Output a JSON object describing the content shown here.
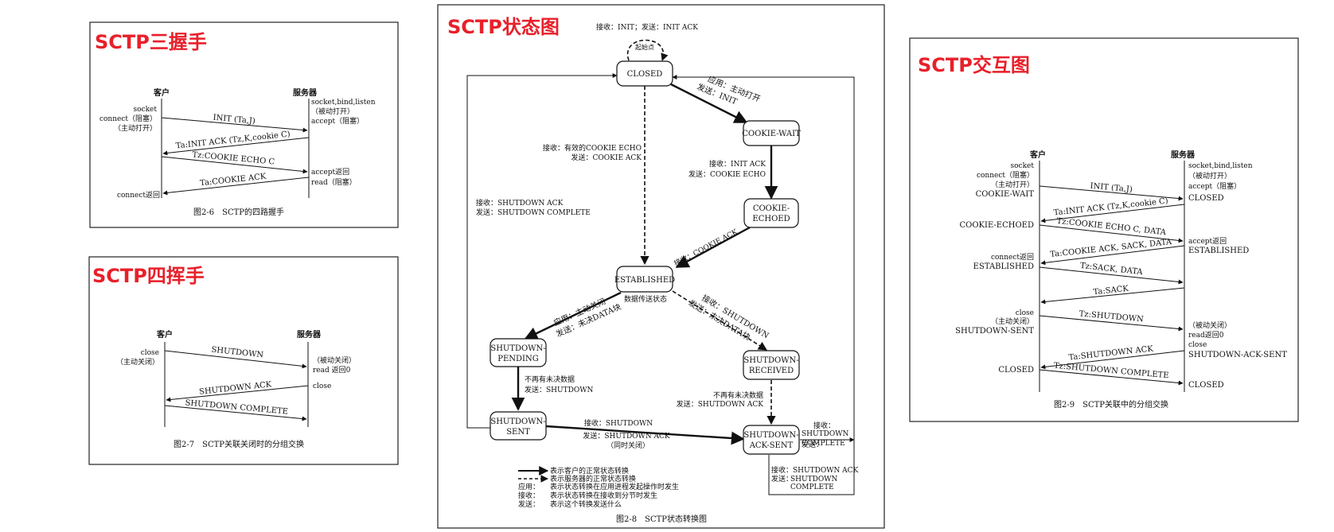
{
  "colors": {
    "heading": "#e8202a",
    "ink": "#111111",
    "frame": "#222222"
  },
  "handshake": {
    "heading": "SCTP三握手",
    "client_label": "客户",
    "server_label": "服务器",
    "client_lines": [
      "socket",
      "connect（阻塞）",
      "（主动打开）"
    ],
    "server_lines": [
      "socket,bind,listen",
      "（被动打开）",
      "accept（阻塞）"
    ],
    "msg1": "INIT (Ta,J)",
    "msg2": "Ta:INIT ACK (Tz,K,cookie C)",
    "msg3": "Tz:COOKIE ECHO C",
    "msg4": "Ta:COOKIE ACK",
    "server_after_lines": [
      "accept返回",
      "read（阻塞）"
    ],
    "client_after": "connect返回",
    "caption": "图2-6　SCTP的四路握手"
  },
  "shutdown": {
    "heading": "SCTP四挥手",
    "client_label": "客户",
    "server_label": "服务器",
    "client_lines": [
      "close",
      "（主动关闭）"
    ],
    "server_lines": [
      "（被动关闭）",
      "read 返回0"
    ],
    "server_close": "close",
    "msg1": "SHUTDOWN",
    "msg2": "SHUTDOWN ACK",
    "msg3": "SHUTDOWN COMPLETE",
    "caption": "图2-7　SCTP关联关闭时的分组交换"
  },
  "states": {
    "heading": "SCTP状态图",
    "top_label": "接收：INIT；发送：INIT ACK",
    "start_point": "起始点",
    "closed": "CLOSED",
    "cookie_wait": "COOKIE-WAIT",
    "cookie_echoed_lines": [
      "COOKIE-",
      "ECHOED"
    ],
    "established": "ESTABLISHED",
    "data_transfer": "数据传送状态",
    "shutdown_pending_lines": [
      "SHUTDOWN-",
      "PENDING"
    ],
    "shutdown_received_lines": [
      "SHUTDOWN-",
      "RECEIVED"
    ],
    "shutdown_sent_lines": [
      "SHUTDOWN-",
      "SENT"
    ],
    "shutdown_ack_sent_lines": [
      "SHUTDOWN-",
      "ACK-SENT"
    ],
    "app_active_open_lines": [
      "应用：主动打开",
      "发送：INIT"
    ],
    "recv_cookie_echo_lines": [
      "接收：有效的COOKIE ECHO",
      "发送：COOKIE ACK"
    ],
    "recv_init_ack_lines": [
      "接收：INIT ACK",
      "发送：COOKIE ECHO"
    ],
    "recv_cookie_ack": "接收：COOKIE ACK",
    "recv_shutdown_ack_lines": [
      "接收：SHUTDOWN ACK",
      "发送：SHUTDOWN COMPLETE"
    ],
    "app_active_close_lines": [
      "应用：主动关闭",
      "发送：未决DATA块"
    ],
    "recv_shutdown_lines": [
      "接收：SHUTDOWN",
      "发送：未决DATA块"
    ],
    "no_pending_send_shutdown_lines": [
      "不再有未决数据",
      "发送：SHUTDOWN"
    ],
    "no_pending_send_ack_lines": [
      "不再有未决数据",
      "发送：SHUTDOWN ACK"
    ],
    "recv_shutdown_simul_lines": [
      "接收：SHUTDOWN",
      "发送：SHUTDOWN ACK",
      "（同时关闭）"
    ],
    "recv_shutdown_right_lines": [
      "接收：",
      "SHUTDOWN",
      "发送：",
      "COMPLETE"
    ],
    "recv_shutdown_ack_bottom_lines": [
      "接收：SHUTDOWN ACK",
      "发送：",
      "SHUTDOWN",
      "COMPLETE"
    ],
    "legend": [
      {
        "key": "",
        "text": "表示客户的正常状态转换"
      },
      {
        "key": "",
        "text": "表示服务器的正常状态转换"
      },
      {
        "key": "应用：",
        "text": "表示状态转换在应用进程发起操作时发生"
      },
      {
        "key": "接收：",
        "text": "表示状态转换在接收到分节时发生"
      },
      {
        "key": "发送：",
        "text": "表示这个转换发送什么"
      }
    ],
    "caption": "图2-8　SCTP状态转换图"
  },
  "interaction": {
    "heading": "SCTP交互图",
    "client_label": "客户",
    "server_label": "服务器",
    "client_open_lines": [
      "socket",
      "connect（阻塞）",
      "（主动打开）"
    ],
    "client_cookie_wait": "COOKIE-WAIT",
    "server_open_lines": [
      "socket,bind,listen",
      "（被动打开）",
      "accept（阻塞）"
    ],
    "server_closed_top": "CLOSED",
    "msg_init": "INIT (Ta,J)",
    "msg_init_ack": "Ta:INIT ACK (Tz,K,cookie C)",
    "client_cookie_echoed": "COOKIE-ECHOED",
    "msg_cookie_echo": "Tz:COOKIE ECHO C, DATA",
    "server_accept_return": "accept返回",
    "server_established": "ESTABLISHED",
    "msg_cookie_ack": "Ta:COOKIE ACK, SACK, DATA",
    "client_connect_return": "connect返回",
    "client_established": "ESTABLISHED",
    "msg_sack_data": "Tz:SACK, DATA",
    "msg_sack": "Ta:SACK",
    "client_close_lines": [
      "close",
      "（主动关闭）"
    ],
    "client_shutdown_sent": "SHUTDOWN-SENT",
    "msg_shutdown": "Tz:SHUTDOWN",
    "server_passive_close_lines": [
      "（被动关闭）",
      "read返回0",
      "close"
    ],
    "server_shutdown_ack_sent": "SHUTDOWN-ACK-SENT",
    "msg_shutdown_ack": "Ta:SHUTDOWN ACK",
    "client_closed": "CLOSED",
    "msg_shutdown_complete": "Tz:SHUTDOWN COMPLETE",
    "server_closed_bottom": "CLOSED",
    "caption": "图2-9　SCTP关联中的分组交换"
  }
}
